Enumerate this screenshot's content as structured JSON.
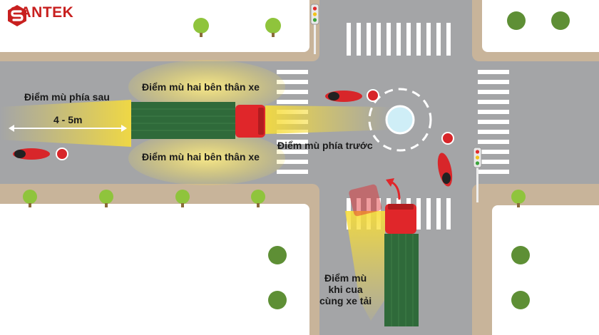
{
  "brand": {
    "name": "SANTEK",
    "color": "#c8201f"
  },
  "labels": {
    "rear_blind_spot": "Điểm mù phía sau",
    "distance": "4 - 5m",
    "side_blind_spot_top": "Điểm mù hai bên thân xe",
    "side_blind_spot_bottom": "Điểm mù hai bên thân xe",
    "front_blind_spot": "Điểm mù phía trước",
    "turn_blind_spot_line1": "Điểm mù",
    "turn_blind_spot_line2": "khi cua",
    "turn_blind_spot_line3": "cùng xe tải"
  },
  "colors": {
    "road": "#a4a5a7",
    "sidewalk": "#c8b49a",
    "block": "#ffffff",
    "truck_body": "#2f6a3a",
    "truck_cab": "#e0262a",
    "blind_zone": "#f7dd3a",
    "warning": "#d8262a",
    "tree": "#8fc43c",
    "tree_dark": "#5e8f35",
    "roundabout": "#cfeef7"
  },
  "icons": [
    "logo-icon",
    "rear-motorbike-icon",
    "top-motorbike-icon",
    "right-motorbike-icon",
    "traffic-light-icon",
    "warning-icon",
    "turn-arrow-icon",
    "tree-icon"
  ]
}
